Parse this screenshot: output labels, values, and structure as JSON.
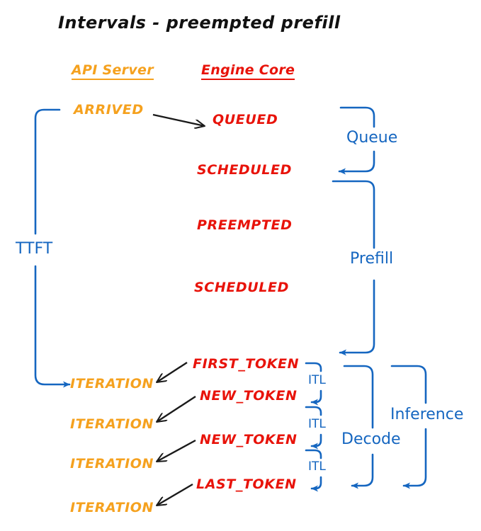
{
  "title": "Intervals - preempted prefill",
  "colors": {
    "api_server": "#F5A11E",
    "engine_core": "#E8130A",
    "interval_blue": "#1566C0",
    "arrow_black": "#1A1A1A",
    "background": "#FFFFFF"
  },
  "columns": [
    {
      "name": "api-server",
      "label": "API Server",
      "color": "#F5A11E"
    },
    {
      "name": "engine-core",
      "label": "Engine Core",
      "color": "#E8130A"
    }
  ],
  "api_server_events": [
    {
      "label": "ARRIVED"
    },
    {
      "label": "ITERATION"
    },
    {
      "label": "ITERATION"
    },
    {
      "label": "ITERATION"
    },
    {
      "label": "ITERATION"
    }
  ],
  "engine_core_events": [
    {
      "label": "QUEUED"
    },
    {
      "label": "SCHEDULED"
    },
    {
      "label": "PREEMPTED"
    },
    {
      "label": "SCHEDULED"
    },
    {
      "label": "FIRST_TOKEN"
    },
    {
      "label": "NEW_TOKEN"
    },
    {
      "label": "NEW_TOKEN"
    },
    {
      "label": "LAST_TOKEN"
    }
  ],
  "intervals": [
    {
      "name": "ttft",
      "label": "TTFT"
    },
    {
      "name": "queue",
      "label": "Queue"
    },
    {
      "name": "prefill",
      "label": "Prefill"
    },
    {
      "name": "decode",
      "label": "Decode"
    },
    {
      "name": "inference",
      "label": "Inference"
    },
    {
      "name": "itl-1",
      "label": "ITL"
    },
    {
      "name": "itl-2",
      "label": "ITL"
    },
    {
      "name": "itl-3",
      "label": "ITL"
    }
  ]
}
